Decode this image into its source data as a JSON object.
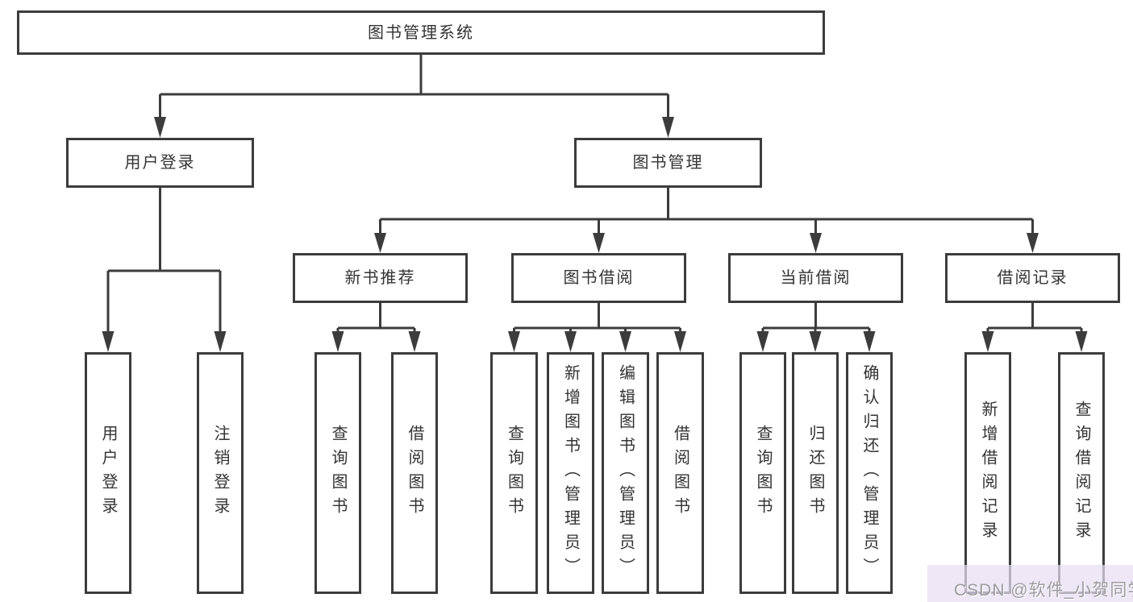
{
  "tree": {
    "root": {
      "label": "图书管理系统",
      "children": [
        {
          "label": "用户登录",
          "children": [
            {
              "label": "用户登录"
            },
            {
              "label": "注销登录"
            }
          ]
        },
        {
          "label": "图书管理",
          "children": [
            {
              "label": "新书推荐",
              "children": [
                {
                  "label": "查询图书"
                },
                {
                  "label": "借阅图书"
                }
              ]
            },
            {
              "label": "图书借阅",
              "children": [
                {
                  "label": "查询图书"
                },
                {
                  "label": "新增图书（管理员）"
                },
                {
                  "label": "编辑图书（管理员）"
                },
                {
                  "label": "借阅图书"
                }
              ]
            },
            {
              "label": "当前借阅",
              "children": [
                {
                  "label": "查询图书"
                },
                {
                  "label": "归还图书"
                },
                {
                  "label": "确认归还（管理员）"
                }
              ]
            },
            {
              "label": "借阅记录",
              "children": [
                {
                  "label": "新增借阅记录"
                },
                {
                  "label": "查询借阅记录"
                }
              ]
            }
          ]
        }
      ]
    }
  },
  "watermark": {
    "text": "CSDN @软件_小贺同学"
  },
  "colors": {
    "line": "#3c3c3c",
    "text": "#333333",
    "box_background": "#ffffff",
    "watermark_background": "#e7def2",
    "watermark_text": "#9c9ca0"
  }
}
